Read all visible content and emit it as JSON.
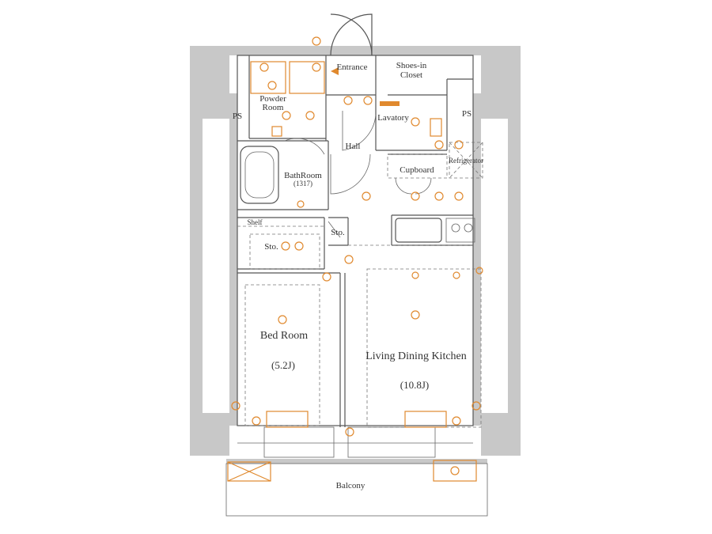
{
  "rooms": {
    "entrance": "Entrance",
    "shoes_in_closet_line1": "Shoes-in",
    "shoes_in_closet_line2": "Closet",
    "powder_room_line1": "Powder",
    "powder_room_line2": "Room",
    "ps_left": "PS",
    "ps_right": "PS",
    "lavatory": "Lavatory",
    "hall": "Hall",
    "bath_room": "BathRoom",
    "bath_size": "(1317)",
    "cupboard": "Cupboard",
    "refrigerator": "Refrigerator",
    "shelf": "Shelf",
    "storage_small": "Sto.",
    "storage_bed": "Sto.",
    "bed_room": "Bed Room",
    "bed_room_size": "(5.2J)",
    "ldk": "Living Dining Kitchen",
    "ldk_size": "(10.8J)",
    "balcony": "Balcony"
  },
  "colors": {
    "wall": "#c8c8c8",
    "fixture_accent": "#e0892e",
    "line": "#555555",
    "text": "#333333"
  }
}
